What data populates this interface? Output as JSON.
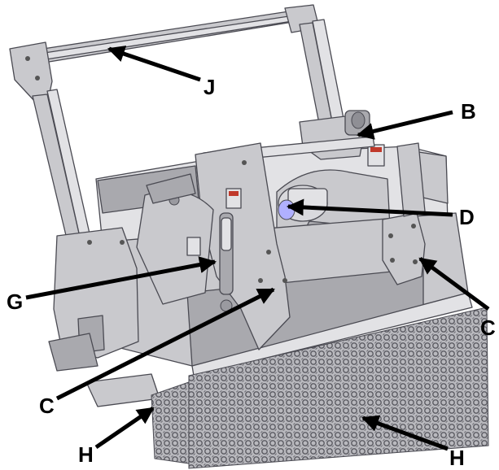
{
  "figure": {
    "subject": "mulcher-head-assembly",
    "colors": {
      "body": "#c9c9cd",
      "body_dark": "#a9a9ae",
      "body_light": "#e2e2e5",
      "shadow": "#8f8f95",
      "chain": "#9a9aa0",
      "label_tag": "#ffffff",
      "arrow": "#000000"
    },
    "callouts": [
      {
        "id": "J",
        "letter": "J"
      },
      {
        "id": "B",
        "letter": "B"
      },
      {
        "id": "D",
        "letter": "D"
      },
      {
        "id": "G",
        "letter": "G"
      },
      {
        "id": "C1",
        "letter": "C"
      },
      {
        "id": "C2",
        "letter": "C"
      },
      {
        "id": "H1",
        "letter": "H"
      },
      {
        "id": "H2",
        "letter": "H"
      }
    ]
  }
}
